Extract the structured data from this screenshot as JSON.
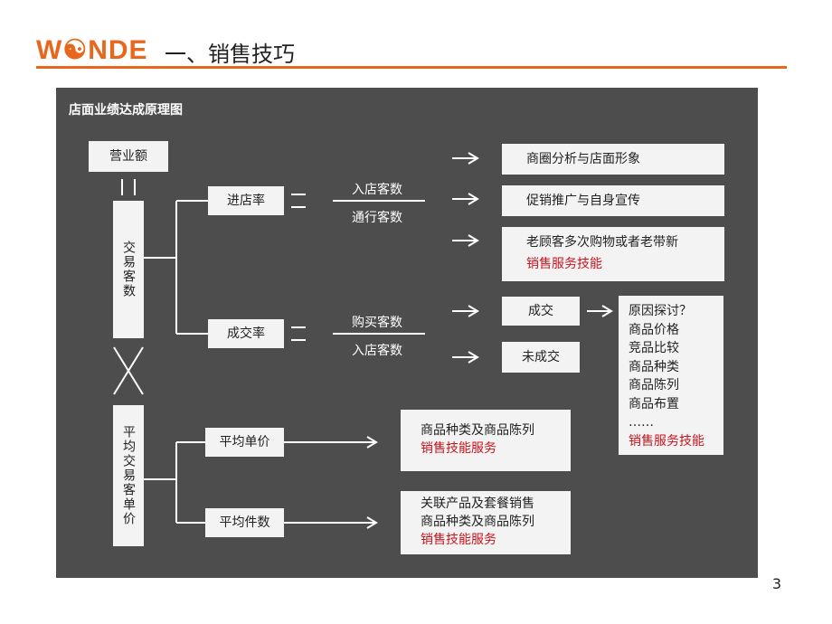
{
  "header": {
    "logo_text": "W☯NDE",
    "title": "一、销售技巧"
  },
  "panel": {
    "title": "店面业绩达成原理图"
  },
  "diagram": {
    "revenue": "营业额",
    "equals_vertical": "||",
    "transactions": "交易客数",
    "avg_ticket": "平均交易客单价",
    "entry_rate": "进店率",
    "conversion_rate": "成交率",
    "equals_sign": "=",
    "entry_numerator": "入店客数",
    "entry_denominator": "通行客数",
    "conv_numerator": "购买客数",
    "conv_denominator": "入店客数",
    "arrow": "→",
    "entry_factors": [
      "商圈分析与店面形象",
      "促销推广与自身宣传",
      "老顾客多次购物或者老带新"
    ],
    "entry_factor3_skill": "销售服务技能",
    "deal": "成交",
    "no_deal": "未成交",
    "causes": [
      "原因探讨？",
      "商品价格",
      "竞品比较",
      "商品种类",
      "商品陈列",
      "商品布置",
      "……"
    ],
    "causes_skill": "销售服务技能",
    "avg_price": "平均单价",
    "avg_items": "平均件数",
    "avg_price_box": [
      "商品种类及商品陈列"
    ],
    "avg_price_skill": "销售技能服务",
    "avg_items_box": [
      "关联产品及套餐销售",
      "商品种类及商品陈列"
    ],
    "avg_items_skill": "销售技能服务"
  },
  "page_number": "3"
}
